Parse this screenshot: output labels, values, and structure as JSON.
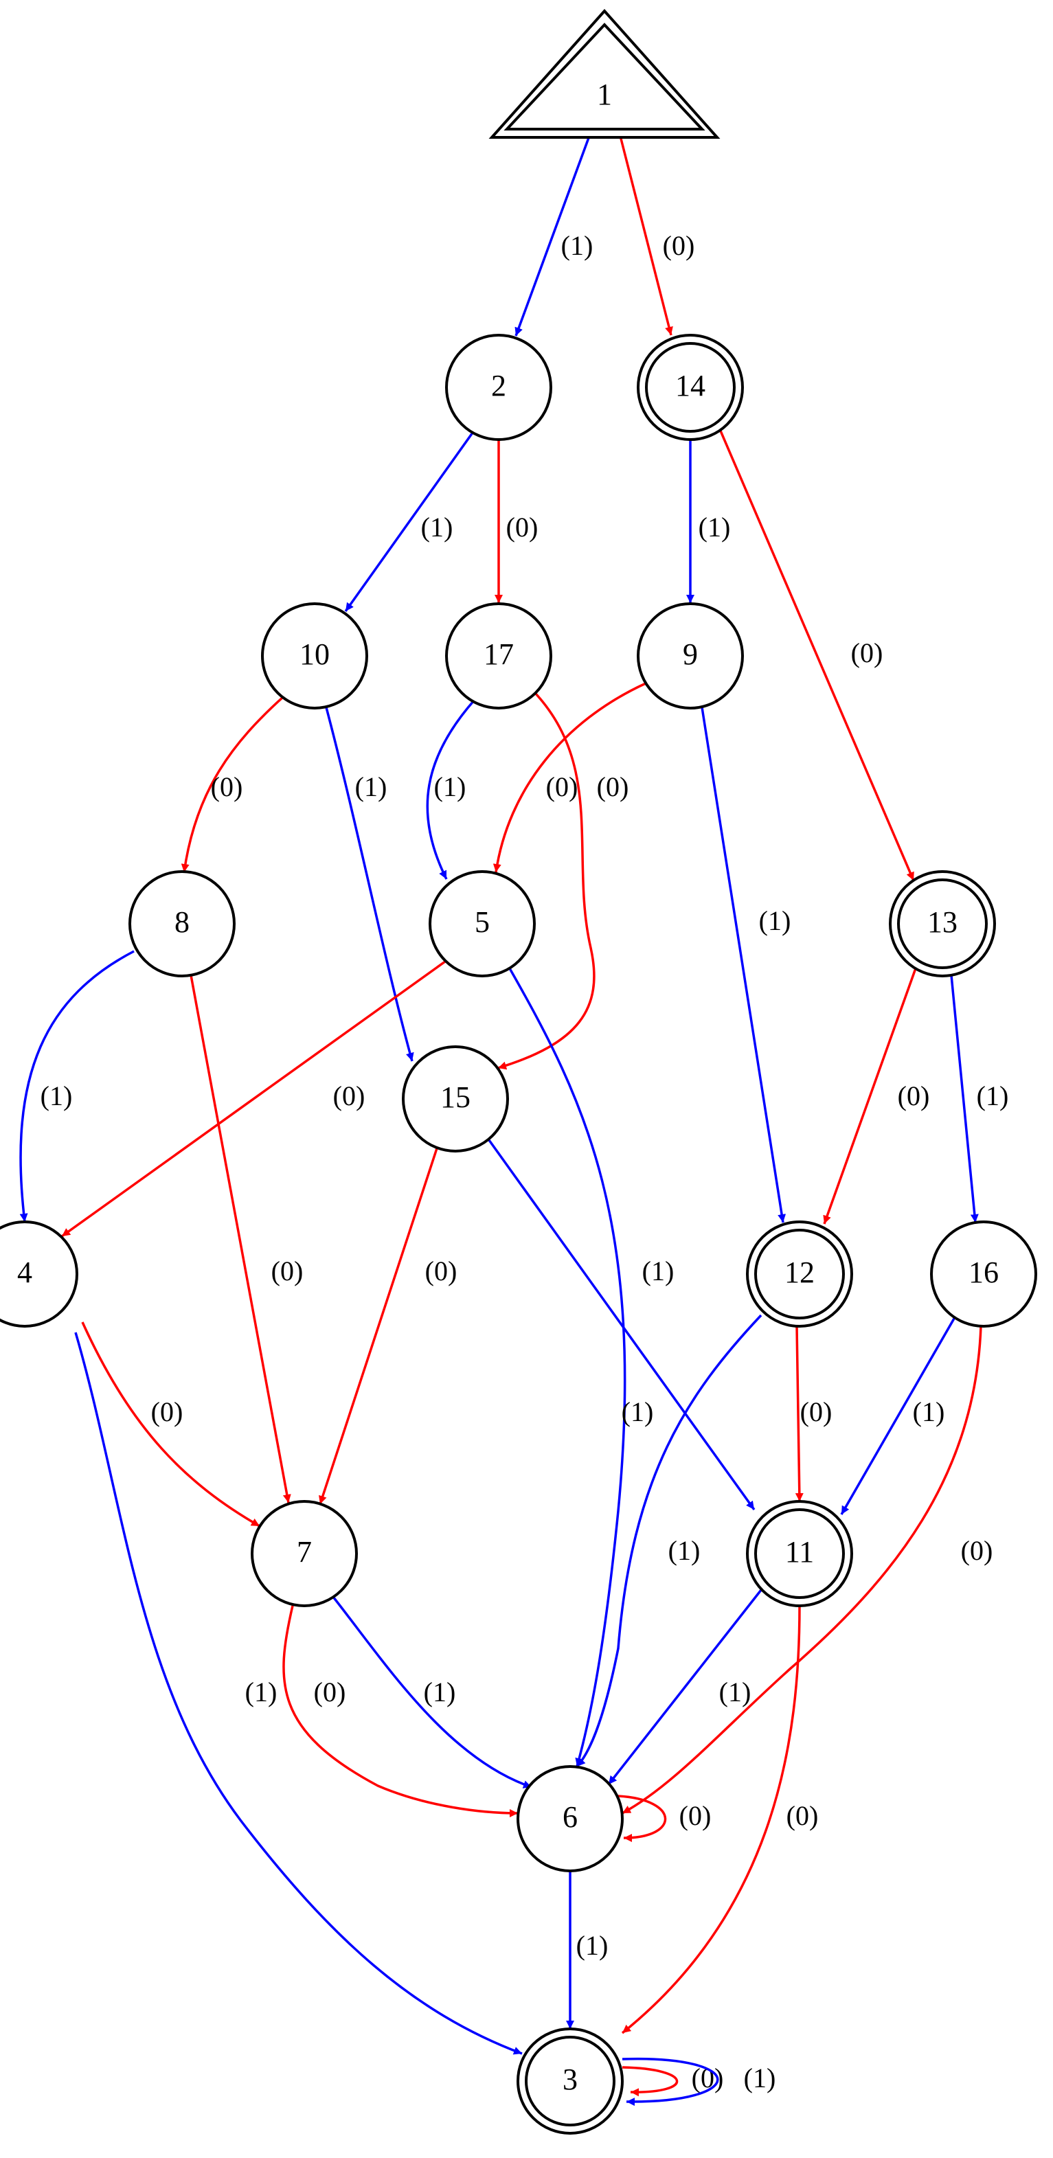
{
  "colors": {
    "red": "#ff0000",
    "blue": "#0000ff",
    "black": "#000000"
  },
  "nodes": [
    {
      "id": "1",
      "label": "1",
      "shape": "triangle",
      "accepting": true
    },
    {
      "id": "2",
      "label": "2",
      "shape": "circle",
      "accepting": false
    },
    {
      "id": "14",
      "label": "14",
      "shape": "circle",
      "accepting": true
    },
    {
      "id": "10",
      "label": "10",
      "shape": "circle",
      "accepting": false
    },
    {
      "id": "17",
      "label": "17",
      "shape": "circle",
      "accepting": false
    },
    {
      "id": "9",
      "label": "9",
      "shape": "circle",
      "accepting": false
    },
    {
      "id": "8",
      "label": "8",
      "shape": "circle",
      "accepting": false
    },
    {
      "id": "5",
      "label": "5",
      "shape": "circle",
      "accepting": false
    },
    {
      "id": "13",
      "label": "13",
      "shape": "circle",
      "accepting": true
    },
    {
      "id": "15",
      "label": "15",
      "shape": "circle",
      "accepting": false
    },
    {
      "id": "4",
      "label": "4",
      "shape": "circle",
      "accepting": false
    },
    {
      "id": "12",
      "label": "12",
      "shape": "circle",
      "accepting": true
    },
    {
      "id": "16",
      "label": "16",
      "shape": "circle",
      "accepting": false
    },
    {
      "id": "7",
      "label": "7",
      "shape": "circle",
      "accepting": false
    },
    {
      "id": "11",
      "label": "11",
      "shape": "circle",
      "accepting": true
    },
    {
      "id": "6",
      "label": "6",
      "shape": "circle",
      "accepting": false
    },
    {
      "id": "3",
      "label": "3",
      "shape": "circle",
      "accepting": true
    }
  ],
  "edges": [
    {
      "from": "1",
      "to": "2",
      "label": "(1)",
      "color": "blue"
    },
    {
      "from": "1",
      "to": "14",
      "label": "(0)",
      "color": "red"
    },
    {
      "from": "2",
      "to": "10",
      "label": "(1)",
      "color": "blue"
    },
    {
      "from": "2",
      "to": "17",
      "label": "(0)",
      "color": "red"
    },
    {
      "from": "14",
      "to": "9",
      "label": "(1)",
      "color": "blue"
    },
    {
      "from": "14",
      "to": "13",
      "label": "(0)",
      "color": "red"
    },
    {
      "from": "10",
      "to": "8",
      "label": "(0)",
      "color": "red"
    },
    {
      "from": "10",
      "to": "15",
      "label": "(1)",
      "color": "blue"
    },
    {
      "from": "17",
      "to": "5",
      "label": "(1)",
      "color": "blue"
    },
    {
      "from": "17",
      "to": "15",
      "label": "(0)",
      "color": "red"
    },
    {
      "from": "9",
      "to": "5",
      "label": "(0)",
      "color": "red"
    },
    {
      "from": "9",
      "to": "12",
      "label": "(1)",
      "color": "blue"
    },
    {
      "from": "8",
      "to": "4",
      "label": "(1)",
      "color": "blue"
    },
    {
      "from": "8",
      "to": "7",
      "label": "(0)",
      "color": "red"
    },
    {
      "from": "5",
      "to": "4",
      "label": "(0)",
      "color": "red"
    },
    {
      "from": "5",
      "to": "6",
      "label": "(1)",
      "color": "blue"
    },
    {
      "from": "13",
      "to": "12",
      "label": "(0)",
      "color": "red"
    },
    {
      "from": "13",
      "to": "16",
      "label": "(1)",
      "color": "blue"
    },
    {
      "from": "15",
      "to": "7",
      "label": "(0)",
      "color": "red"
    },
    {
      "from": "15",
      "to": "11",
      "label": "(1)",
      "color": "blue"
    },
    {
      "from": "4",
      "to": "7",
      "label": "(0)",
      "color": "red"
    },
    {
      "from": "4",
      "to": "3",
      "label": "(1)",
      "color": "blue"
    },
    {
      "from": "12",
      "to": "6",
      "label": "(1)",
      "color": "blue"
    },
    {
      "from": "12",
      "to": "11",
      "label": "(0)",
      "color": "red"
    },
    {
      "from": "16",
      "to": "11",
      "label": "(1)",
      "color": "blue"
    },
    {
      "from": "16",
      "to": "6",
      "label": "(0)",
      "color": "red"
    },
    {
      "from": "7",
      "to": "6",
      "label": "(0)",
      "color": "red",
      "label_key": "7-6-0"
    },
    {
      "from": "7",
      "to": "6",
      "label": "(1)",
      "color": "blue",
      "label_key": "7-6-1"
    },
    {
      "from": "11",
      "to": "6",
      "label": "(1)",
      "color": "blue"
    },
    {
      "from": "11",
      "to": "3",
      "label": "(0)",
      "color": "red"
    },
    {
      "from": "6",
      "to": "6",
      "label": "(0)",
      "color": "red"
    },
    {
      "from": "6",
      "to": "3",
      "label": "(1)",
      "color": "blue"
    },
    {
      "from": "3",
      "to": "3",
      "label": "(0)",
      "color": "red"
    },
    {
      "from": "3",
      "to": "3",
      "label": "(1)",
      "color": "blue"
    }
  ]
}
